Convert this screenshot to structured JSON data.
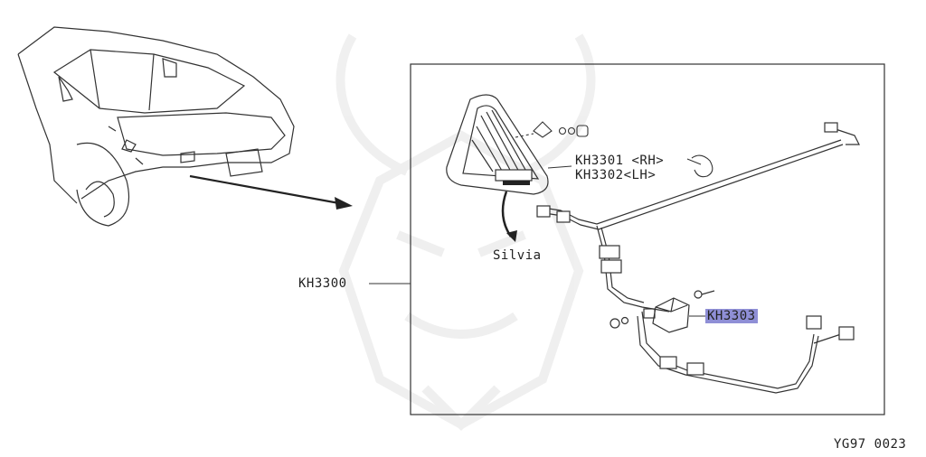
{
  "diagram": {
    "parts": {
      "assembly": "KH3300",
      "rh_panel": "KH3301 <RH>",
      "lh_panel": "KH3302<LH>",
      "module": "KH3303"
    },
    "model_note": "Silvia",
    "figure_code": "YG97 0023",
    "highlight_color": "#8f8fd6",
    "line_color": "#333333"
  }
}
